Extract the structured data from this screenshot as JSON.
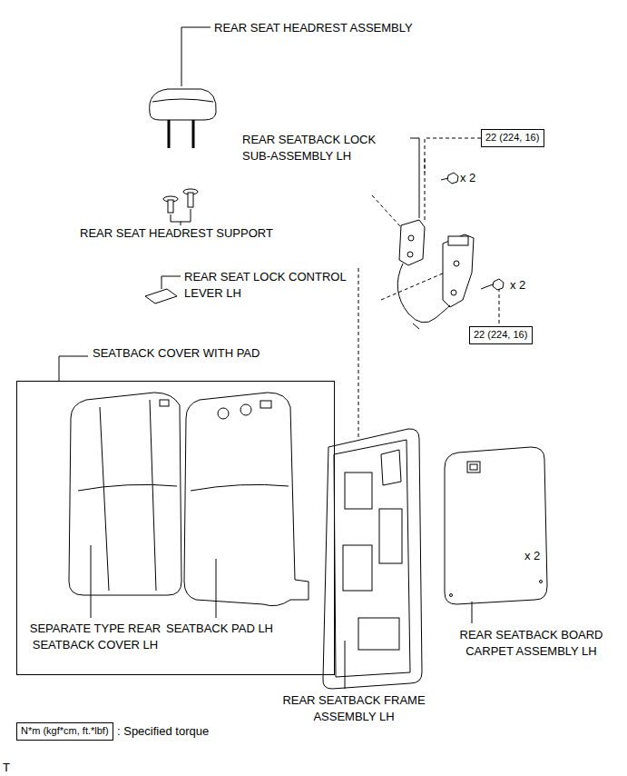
{
  "diagram": {
    "nodes": [
      {
        "text": [
          "SEATBACK COVER WITH PAD"
        ]
      },
      {
        "text": [
          "22 (224, 16)"
        ]
      },
      {
        "text": [
          "22 (224, 16)"
        ]
      },
      {
        "text": [
          "N*m (kgf*cm, ft.*lbf)"
        ]
      }
    ],
    "labels": [
      "REAR SEAT HEADREST ASSEMBLY",
      "REAR SEATBACK LOCK SUB-ASSEMBLY LH",
      "x 2",
      "x 2",
      "REAR SEAT HEADREST SUPPORT",
      "REAR SEAT LOCK CONTROL LEVER LH",
      "SEPARATE TYPE REAR SEATBACK COVER LH",
      "SEATBACK PAD LH",
      "x 2",
      "REAR SEATBACK BOARD CARPET ASSEMBLY LH",
      "REAR SEATBACK FRAME ASSEMBLY LH",
      ": Specified torque",
      "T"
    ]
  }
}
